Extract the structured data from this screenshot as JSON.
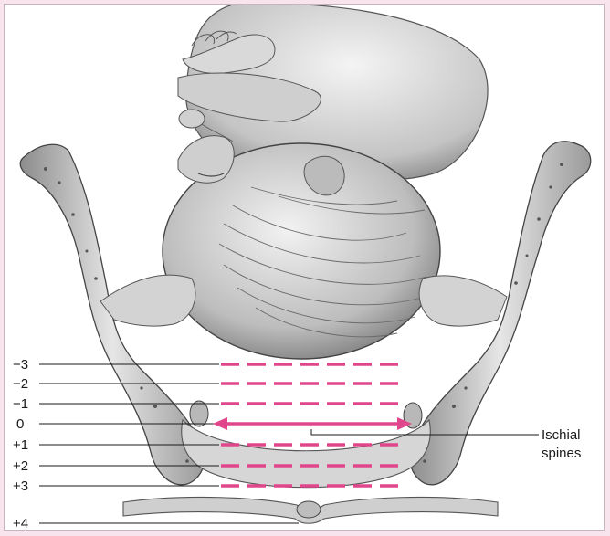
{
  "colors": {
    "frame_background": "#f7e4ec",
    "station_lines": "#e0468c",
    "illustration_shade": "#7a7a7a"
  },
  "stations": [
    {
      "label": "−3",
      "style": "dashed"
    },
    {
      "label": "−2",
      "style": "dashed"
    },
    {
      "label": "−1",
      "style": "dashed"
    },
    {
      "label": "0",
      "style": "double-arrow"
    },
    {
      "label": "+1",
      "style": "dashed"
    },
    {
      "label": "+2",
      "style": "dashed"
    },
    {
      "label": "+3",
      "style": "dashed"
    },
    {
      "label": "+4",
      "style": "none"
    }
  ],
  "callout": {
    "line1": "Ischial",
    "line2": "spines"
  }
}
